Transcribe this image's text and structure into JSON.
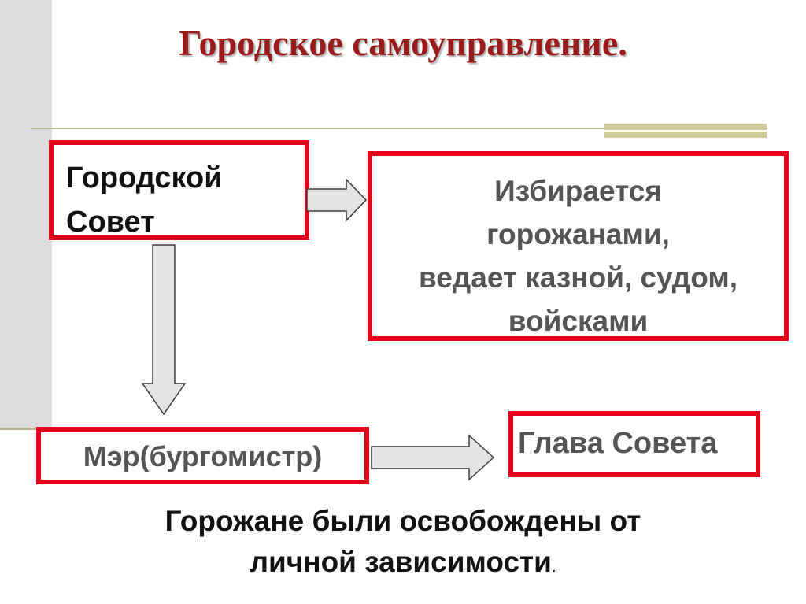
{
  "title": "Городское самоуправление.",
  "council": {
    "line1": "Городской",
    "line2": "Совет"
  },
  "elected": {
    "line1": "Избирается",
    "line2": "горожанами,",
    "line3": "ведает казной, судом,",
    "line4": "войсками"
  },
  "mayor": {
    "label": "Мэр(бургомистр)"
  },
  "head": {
    "label": "Глава Совета"
  },
  "footer": {
    "line1": "Горожане были освобождены от",
    "line2": "личной зависимости",
    "dot": "."
  },
  "colors": {
    "box_border": "#e2001a",
    "title": "#9b1b1b",
    "muted_text": "#545454",
    "arrow_fill": "#e4e4e4",
    "accent_line": "#b8b48a"
  },
  "icons": {
    "arrow_council_to_elected": "arrow-right-icon",
    "arrow_council_to_mayor": "arrow-down-icon",
    "arrow_mayor_to_head": "arrow-right-icon"
  }
}
